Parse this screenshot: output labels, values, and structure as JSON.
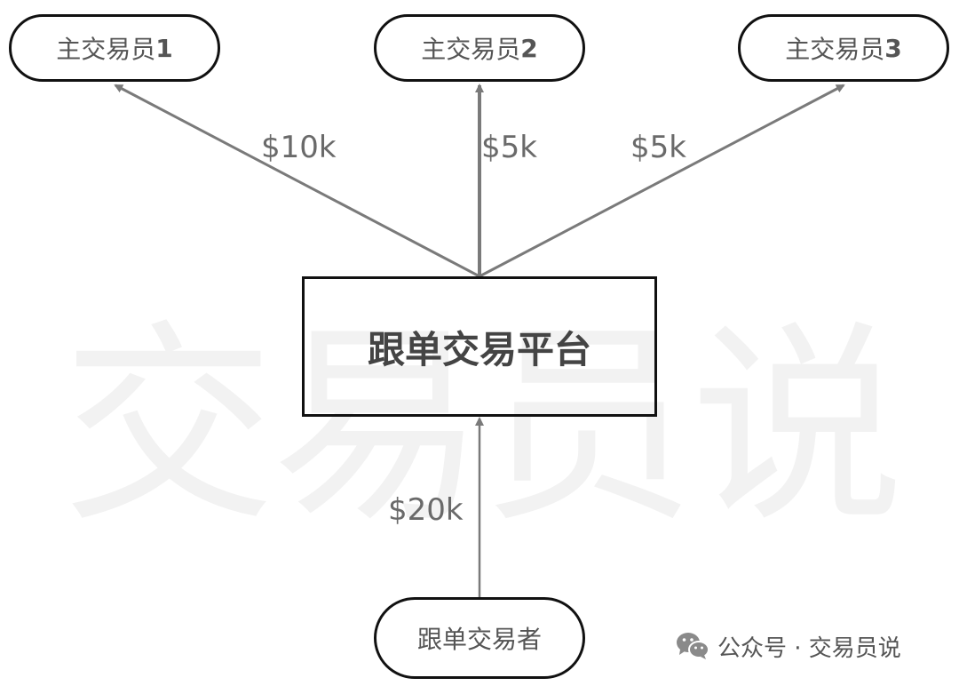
{
  "watermark": "交易员说",
  "nodes": {
    "master1": {
      "label": "主交易员",
      "num": "1"
    },
    "master2": {
      "label": "主交易员",
      "num": "2"
    },
    "master3": {
      "label": "主交易员",
      "num": "3"
    },
    "platform": {
      "label": "跟单交易平台"
    },
    "follower": {
      "label": "跟单交易者"
    }
  },
  "flows": {
    "to_master1": "$10k",
    "to_master2": "$5k",
    "to_master3": "$5k",
    "from_follower": "$20k"
  },
  "footer": {
    "icon": "wechat-icon",
    "text": "公众号 · 交易员说"
  },
  "colors": {
    "border": "#111111",
    "arrow": "#7a7a7a",
    "text": "#555555"
  }
}
